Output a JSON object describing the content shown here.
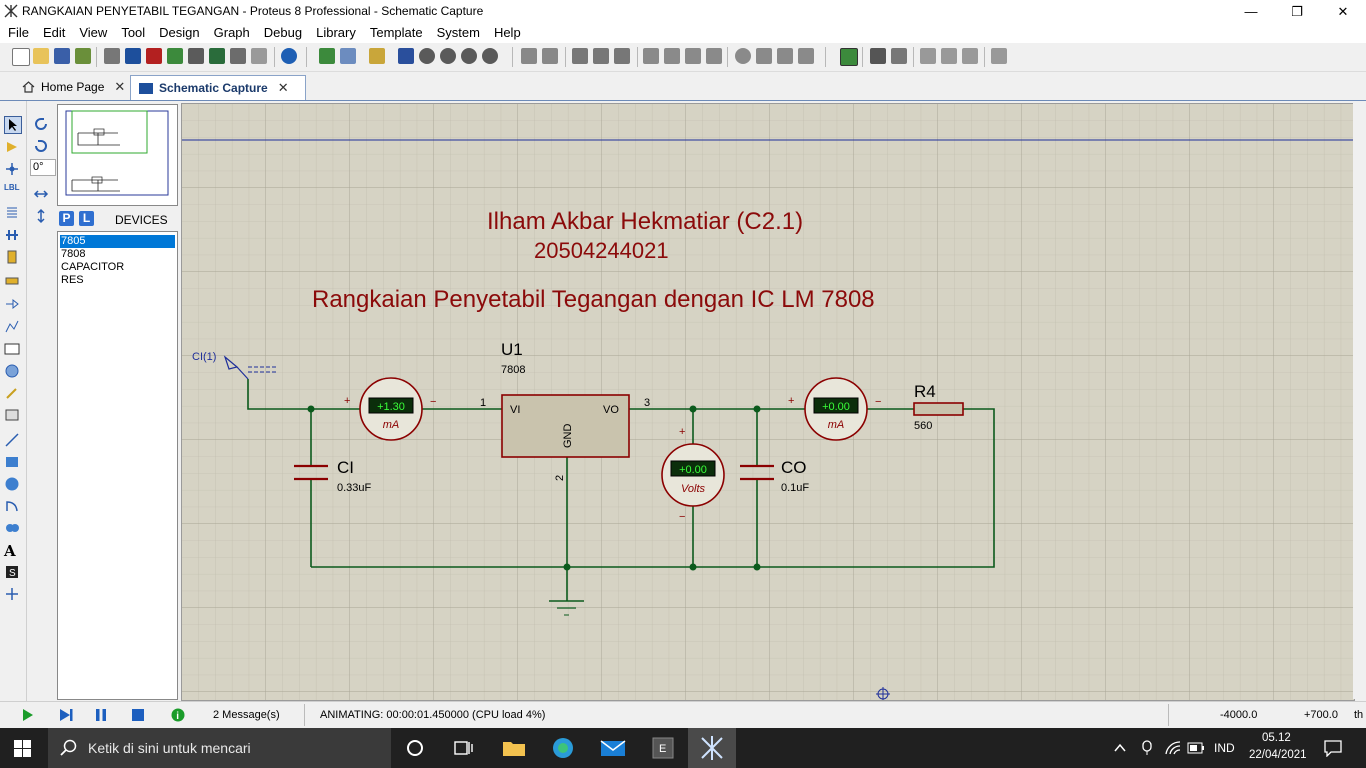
{
  "window": {
    "title": "RANGKAIAN PENYETABIL TEGANGAN - Proteus 8 Professional - Schematic Capture",
    "minimize_glyph": "—",
    "restore_glyph": "❐",
    "close_glyph": "✕"
  },
  "menu": [
    "File",
    "Edit",
    "View",
    "Tool",
    "Design",
    "Graph",
    "Debug",
    "Library",
    "Template",
    "System",
    "Help"
  ],
  "tabs": [
    {
      "label": "Home Page",
      "icon": "home-icon",
      "close": "✕"
    },
    {
      "label": "Schematic Capture",
      "icon": "schematic-icon",
      "close": "✕"
    }
  ],
  "rotation": "0°",
  "devices": {
    "p_label": "P",
    "l_label": "L",
    "header": "DEVICES",
    "items": [
      "7805",
      "7808",
      "CAPACITOR",
      "RES"
    ],
    "selected": "7805"
  },
  "schematic": {
    "author": "Ilham Akbar Hekmatiar (C2.1)",
    "student_id": "20504244021",
    "heading": "Rangkaian Penyetabil Tegangan dengan IC LM 7808",
    "input_terminal": "CI(1)",
    "regulator": {
      "ref": "U1",
      "value": "7808",
      "pin_in": "VI",
      "pin_out": "VO",
      "pin_gnd": "GND",
      "pin1": "1",
      "pin2": "2",
      "pin3": "3"
    },
    "ammeter_in": {
      "reading": "+1.30",
      "unit": "mA",
      "plus": "+",
      "minus": "−"
    },
    "ammeter_out": {
      "reading": "+0.00",
      "unit": "mA",
      "plus": "+",
      "minus": "−"
    },
    "voltmeter": {
      "reading": "+0.00",
      "unit": "Volts",
      "plus": "+",
      "minus": "−"
    },
    "cap_in": {
      "ref": "CI",
      "value": "0.33uF"
    },
    "cap_out": {
      "ref": "CO",
      "value": "0.1uF"
    },
    "resistor": {
      "ref": "R4",
      "value": "560"
    },
    "colors": {
      "wire": "#0b5a1c",
      "component": "#8b0000",
      "display": "#00b400",
      "text": "#8b0a0a",
      "grid_bg": "#d6d3c4"
    }
  },
  "status": {
    "messages": "2 Message(s)",
    "animating": "ANIMATING: 00:00:01.450000 (CPU load 4%)",
    "x_coord": "-4000.0",
    "y_coord": "+700.0",
    "unit": "th"
  },
  "taskbar": {
    "search_placeholder": "Ketik di sini untuk mencari",
    "language": "IND",
    "time": "05.12",
    "date": "22/04/2021"
  }
}
